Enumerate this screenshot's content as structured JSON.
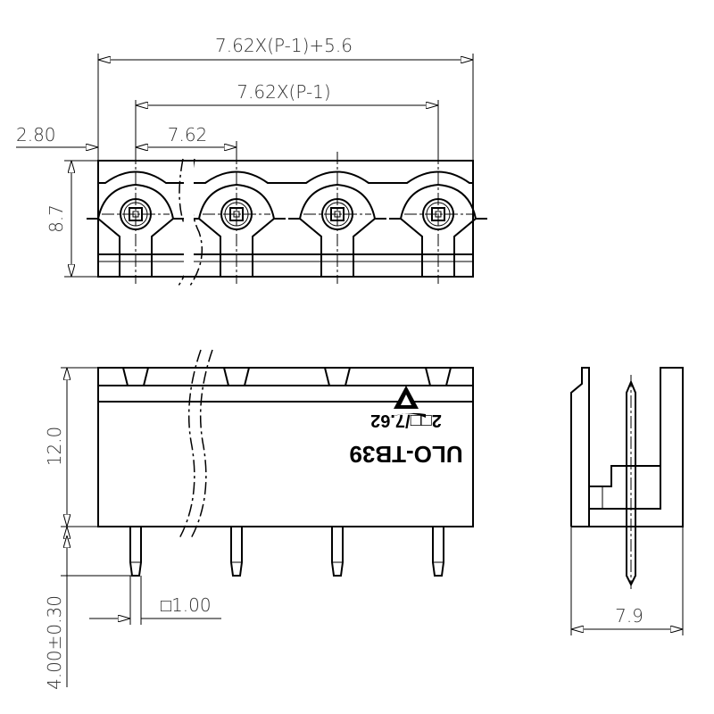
{
  "dimensions": {
    "overall_length": "7.62X(P-1)+5.6",
    "pin_span": "7.62X(P-1)",
    "edge_offset": "2.80",
    "pitch": "7.62",
    "top_height": "8.7",
    "body_height": "12.0",
    "pin_length": "4.00±0.30",
    "pin_square": "□1.00",
    "depth": "7.9"
  },
  "marking": {
    "model": "ULO-TB39",
    "spec": "2□□/7.62"
  },
  "pin_count_drawn": 4
}
